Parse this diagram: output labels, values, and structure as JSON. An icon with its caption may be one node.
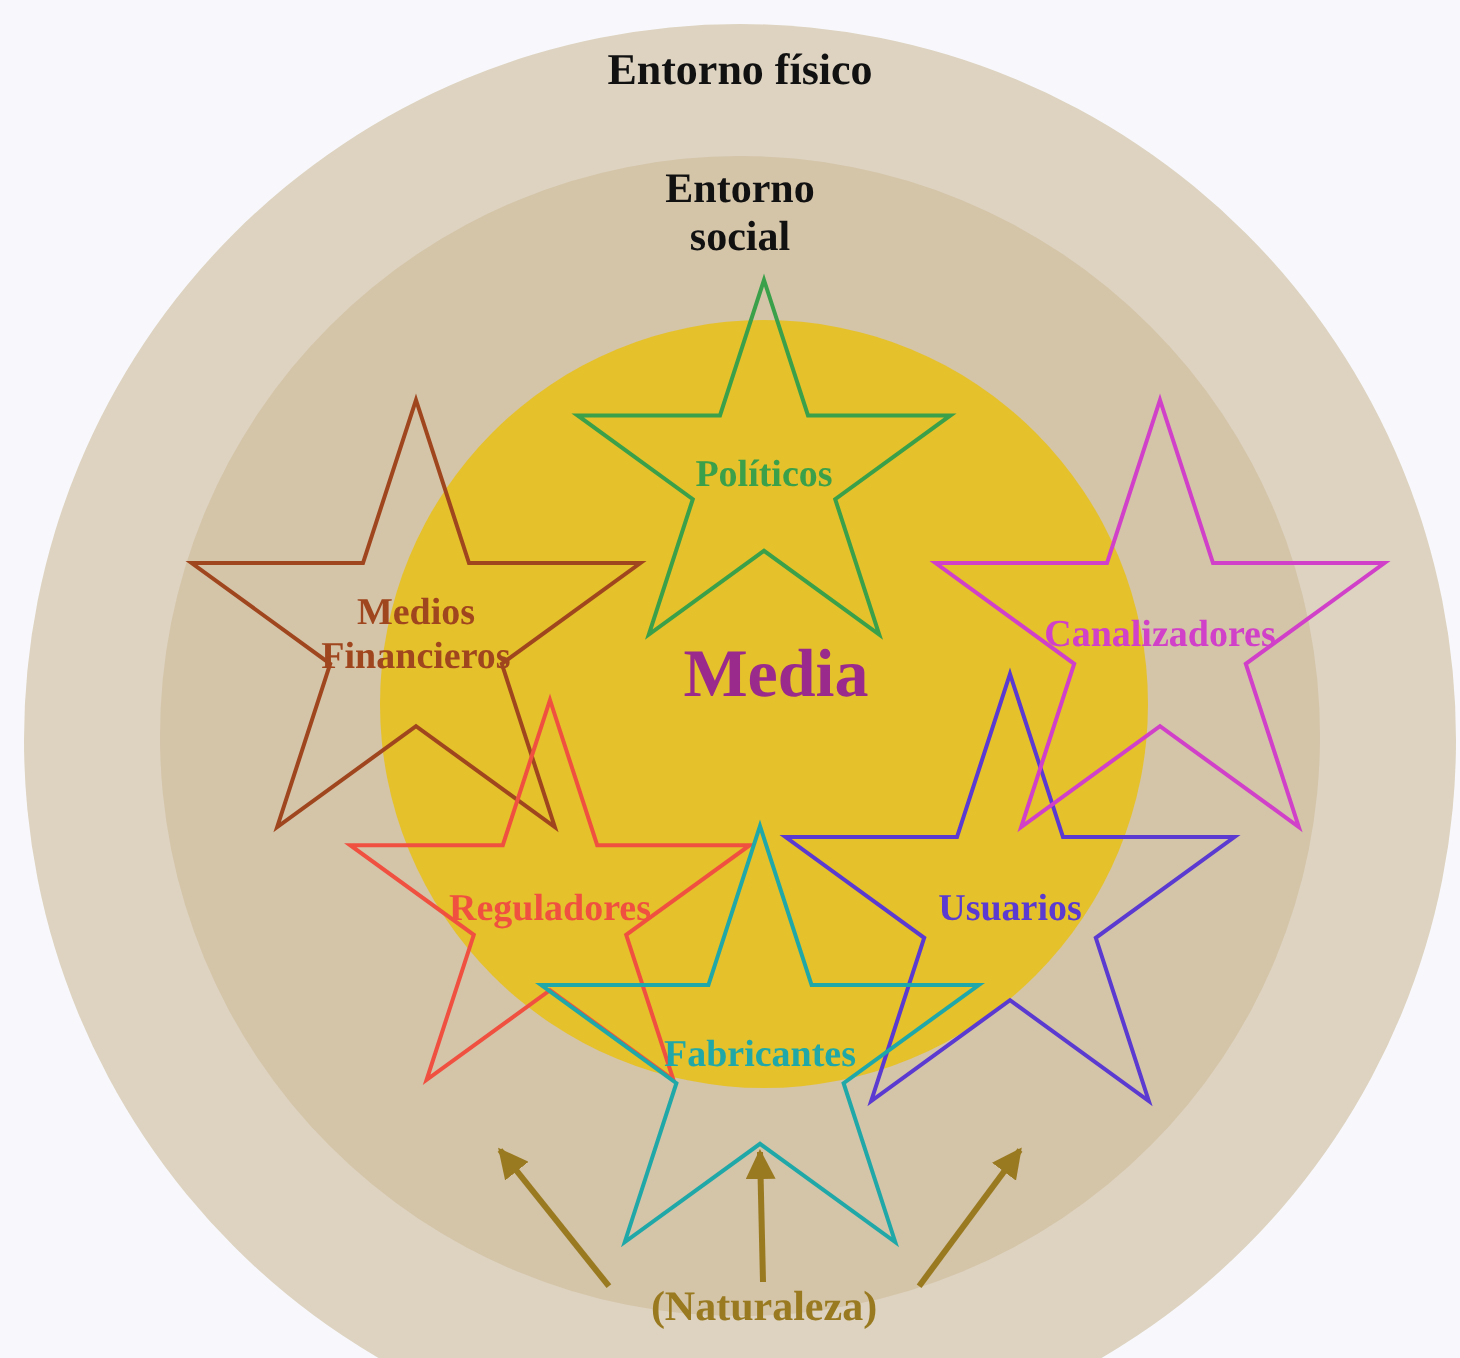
{
  "diagram": {
    "nodes": [
      {
        "text": [
          "Entorno físico"
        ]
      },
      {
        "text": [
          "Entorno social"
        ],
        "in": 0
      },
      {
        "text": [
          "Media"
        ],
        "in": 1
      },
      {
        "text": [
          "Políticos"
        ],
        "in": 1
      },
      {
        "text": [
          "Medios Financieros"
        ],
        "in": 1
      },
      {
        "text": [
          "Canalizadores"
        ],
        "in": 0
      },
      {
        "text": [
          "Reguladores"
        ],
        "in": 1
      },
      {
        "text": [
          "Usuarios"
        ],
        "in": 1
      },
      {
        "text": [
          "Fabricantes"
        ],
        "in": 1
      },
      {
        "text": [
          "(Naturaleza)"
        ],
        "in": 0
      }
    ],
    "edges": [
      {
        "from": 9,
        "to": 1,
        "arrow": "to"
      },
      {
        "from": 9,
        "to": 8,
        "arrow": "to"
      },
      {
        "from": 9,
        "to": 1,
        "arrow": "to"
      }
    ]
  }
}
